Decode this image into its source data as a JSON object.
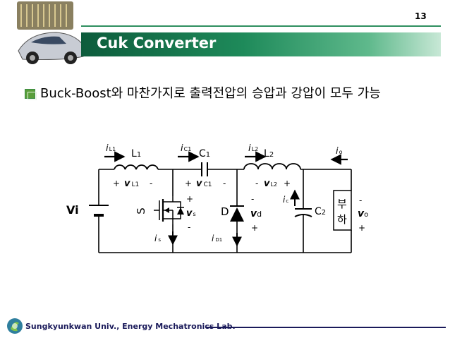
{
  "slide": {
    "page_number": "13",
    "title": "Cuk Converter",
    "bullet_text": "Buck-Boost와 마찬가지로 출력전압의 승압과 강압이 모두 가능",
    "footer": "Sungkyunkwan Univ., Energy Mechatronics Lab."
  },
  "circuit": {
    "labels": {
      "iL1_i": "i",
      "iL1_sub": "L1",
      "L1": "L",
      "L1_sub": "1",
      "iC1_i": "i",
      "iC1_sub": "C1",
      "C1": "C",
      "C1_sub": "1",
      "iL2_i": "i",
      "iL2_sub": "L2",
      "L2": "L",
      "L2_sub": "2",
      "io_i": "i",
      "io_sub": "o",
      "vL1_plus": "+",
      "vL1_v": "v",
      "vL1_sub": "L1",
      "vL1_minus": "-",
      "vC1_plus": "+",
      "vC1_v": "v",
      "vC1_sub": "C1",
      "vC1_minus": "-",
      "vL2_minus": "-",
      "vL2_v": "v",
      "vL2_sub": "L2",
      "vL2_plus": "+",
      "ic_i": "i",
      "ic_sub": "c",
      "Vi": "Vi",
      "S": "S",
      "vs_plus": "+",
      "vs_v": "v",
      "vs_sub": "s",
      "vs_minus": "-",
      "D": "D",
      "vd_minus": "-",
      "vd_v": "v",
      "vd_sub": "d",
      "vd_plus": "+",
      "C2": "C",
      "C2_sub": "2",
      "load_top": "부",
      "load_bottom": "하",
      "vo_minus": "-",
      "vo_v": "v",
      "vo_sub": "o",
      "vo_plus": "+",
      "is_i": "i",
      "is_sub": "s",
      "iD1_i": "i",
      "iD1_sub": "D1"
    }
  },
  "colors": {
    "title_dark": "#0d5c3c",
    "title_light": "#c8e8d6",
    "bullet": "#5a9e3a",
    "footer": "#1a1a5a",
    "wire": "#000000"
  }
}
